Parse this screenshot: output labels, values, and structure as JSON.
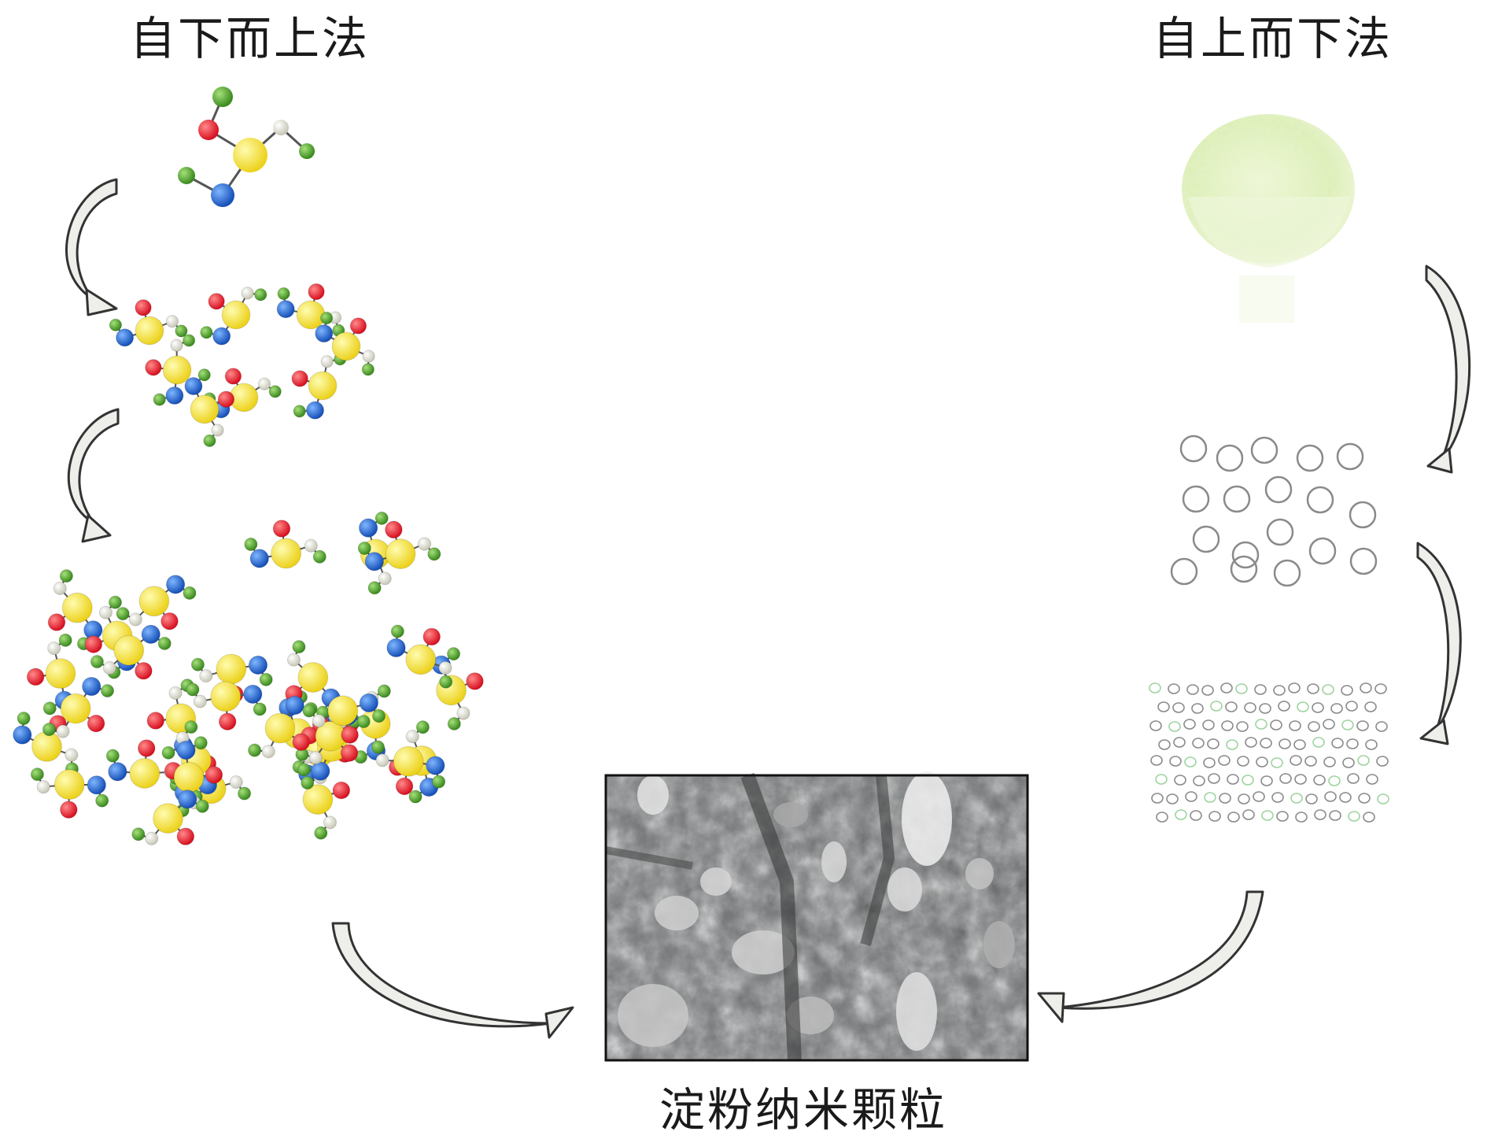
{
  "titles": {
    "bottom_up": "自下而上法",
    "top_down": "自上而下法",
    "product": "淀粉纳米颗粒"
  },
  "colors": {
    "red": "#e8182a",
    "yellow": "#f4ea2b",
    "blue": "#1f6fd6",
    "green": "#4aa02a",
    "white_atom": "#f4f4ec",
    "bond": "#555555",
    "arrow_fill": "#eeeeea",
    "arrow_stroke": "#333333",
    "powder": "#e4f1c4",
    "ring": "#8a8a8a",
    "ring_green": "#9fd3a0"
  }
}
